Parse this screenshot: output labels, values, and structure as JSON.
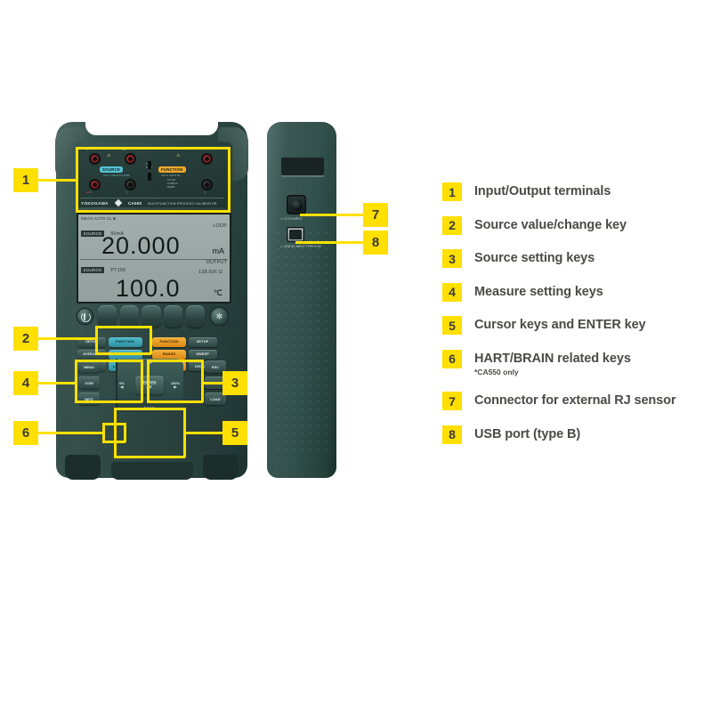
{
  "legend": {
    "items": [
      {
        "num": "1",
        "text": "Input/Output terminals",
        "sub": ""
      },
      {
        "num": "2",
        "text": "Source value/change key",
        "sub": ""
      },
      {
        "num": "3",
        "text": "Source setting keys",
        "sub": ""
      },
      {
        "num": "4",
        "text": "Measure setting keys",
        "sub": ""
      },
      {
        "num": "5",
        "text": "Cursor keys and ENTER key",
        "sub": ""
      },
      {
        "num": "6",
        "text": "HART/BRAIN related keys",
        "sub": "*CA550 only"
      },
      {
        "num": "7",
        "text": "Connector for external RJ sensor",
        "sub": ""
      },
      {
        "num": "8",
        "text": "USB port (type B)",
        "sub": ""
      }
    ]
  },
  "callouts": {
    "c1": "1",
    "c2": "2",
    "c3": "3",
    "c4": "4",
    "c5": "5",
    "c6": "6",
    "c7": "7",
    "c8": "8"
  },
  "device": {
    "brand": "YOKOGAWA",
    "model": "CA550",
    "model_desc": "MULTIFUNCTION PROCESS CALIBRATOR",
    "terminals": {
      "source_label": "SOURCE",
      "function_label": "FUNCTION",
      "warn_left": "⚠",
      "warn_right": "⚠",
      "notes": [
        "V mA",
        "24V LOOP",
        "TC RJ",
        "4-20mA",
        "HART",
        "COM",
        "SOURCE  mV  V  mA  Ω  TC  RTD",
        "FUNCTION  mV  V  mA  Ω  Hz",
        "30V MAX"
      ]
    },
    "lcd": {
      "status_line": "MEAS  AUTO  CL  ■",
      "source_tag": "SOURCE",
      "source_range": "50mA",
      "top_right": "LOOP",
      "main_value": "20.000",
      "main_unit": "mA",
      "second_tag": "SOURCE",
      "second_range": "PT100",
      "second_right": "OUTPUT",
      "ohm_value": "138.506 Ω",
      "second_value": "100.0",
      "second_unit": "℃"
    },
    "soft_keys": [
      "",
      "",
      "",
      "",
      ""
    ],
    "measure_keys": [
      {
        "label": "SETUP",
        "color": "gray"
      },
      {
        "label": "FUNCTION",
        "color": "cyan"
      },
      {
        "label": "AVERAGE",
        "color": "gray"
      },
      {
        "label": "RANGE",
        "color": "cyan"
      },
      {
        "label": "DISPLAY",
        "color": "gray"
      },
      {
        "label": "LOOP POWER",
        "color": "cyan"
      }
    ],
    "source_keys": [
      {
        "label": "FUNCTION",
        "color": "orange"
      },
      {
        "label": "SETUP",
        "color": "gray"
      },
      {
        "label": "RANGE",
        "color": "orange"
      },
      {
        "label": "SWEEP",
        "color": "gray"
      },
      {
        "label": "OUTPUT SETUP",
        "color": "orange"
      },
      {
        "label": "DISPLAY",
        "color": "gray"
      }
    ],
    "hart_keys": [
      "MENU",
      "COM",
      "INFO"
    ],
    "file_keys": [
      "ESC",
      "SAVE",
      "LOAD"
    ],
    "dpad": {
      "up": "UP",
      "down": "DOWN",
      "left": "0%\n◀",
      "right": "100%\n▶",
      "enter": "ENTER",
      "enter_arrow": "↵"
    },
    "power_icon": "power-icon",
    "backlight_icon": "✻"
  },
  "side": {
    "rj_label": "⚠ TC RJ INPUT",
    "usb_label": "⚠ USB DC INPUT\nTYPE B 5V",
    "rj_port_name": "rj-sensor-connector",
    "usb_port_name": "usb-type-b-port"
  }
}
